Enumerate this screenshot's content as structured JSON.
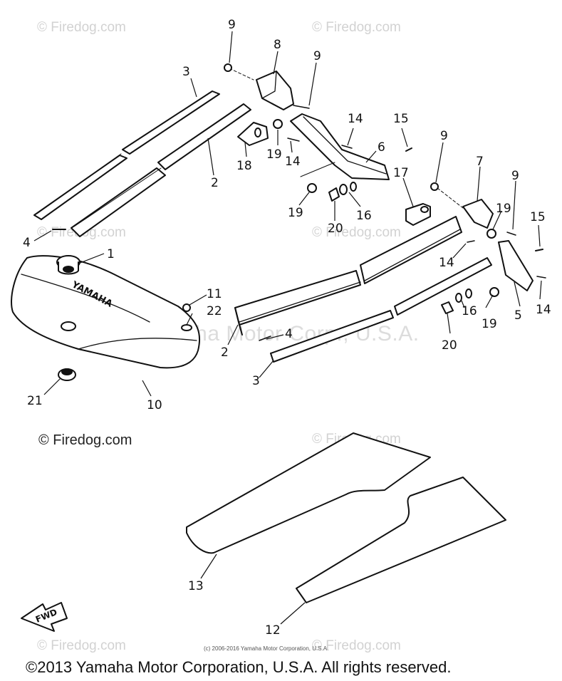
{
  "watermark": "© Firedog.com",
  "center_watermark": "Yamaha Motor Corp., U.S.A.",
  "badge_text": "YAMAHA",
  "fwd_label": "FWD",
  "small_note": "(c) 2006-2016 Yamaha Motor Corporation, U.S.A.",
  "copyright": "©2013 Yamaha Motor Corporation, U.S.A. All rights reserved.",
  "callouts": {
    "c1": "1",
    "c2a": "2",
    "c2b": "2",
    "c3a": "3",
    "c3b": "3",
    "c4a": "4",
    "c4b": "4",
    "c5": "5",
    "c6": "6",
    "c7": "7",
    "c8": "8",
    "c9a": "9",
    "c9b": "9",
    "c9c": "9",
    "c9d": "9",
    "c10": "10",
    "c11": "11",
    "c12": "12",
    "c13": "13",
    "c14a": "14",
    "c14b": "14",
    "c14c": "14",
    "c14d": "14",
    "c15a": "15",
    "c15b": "15",
    "c16a": "16",
    "c16b": "16",
    "c17": "17",
    "c18": "18",
    "c19a": "19",
    "c19b": "19",
    "c19c": "19",
    "c19d": "19",
    "c20a": "20",
    "c20b": "20",
    "c21": "21",
    "c22": "22"
  }
}
